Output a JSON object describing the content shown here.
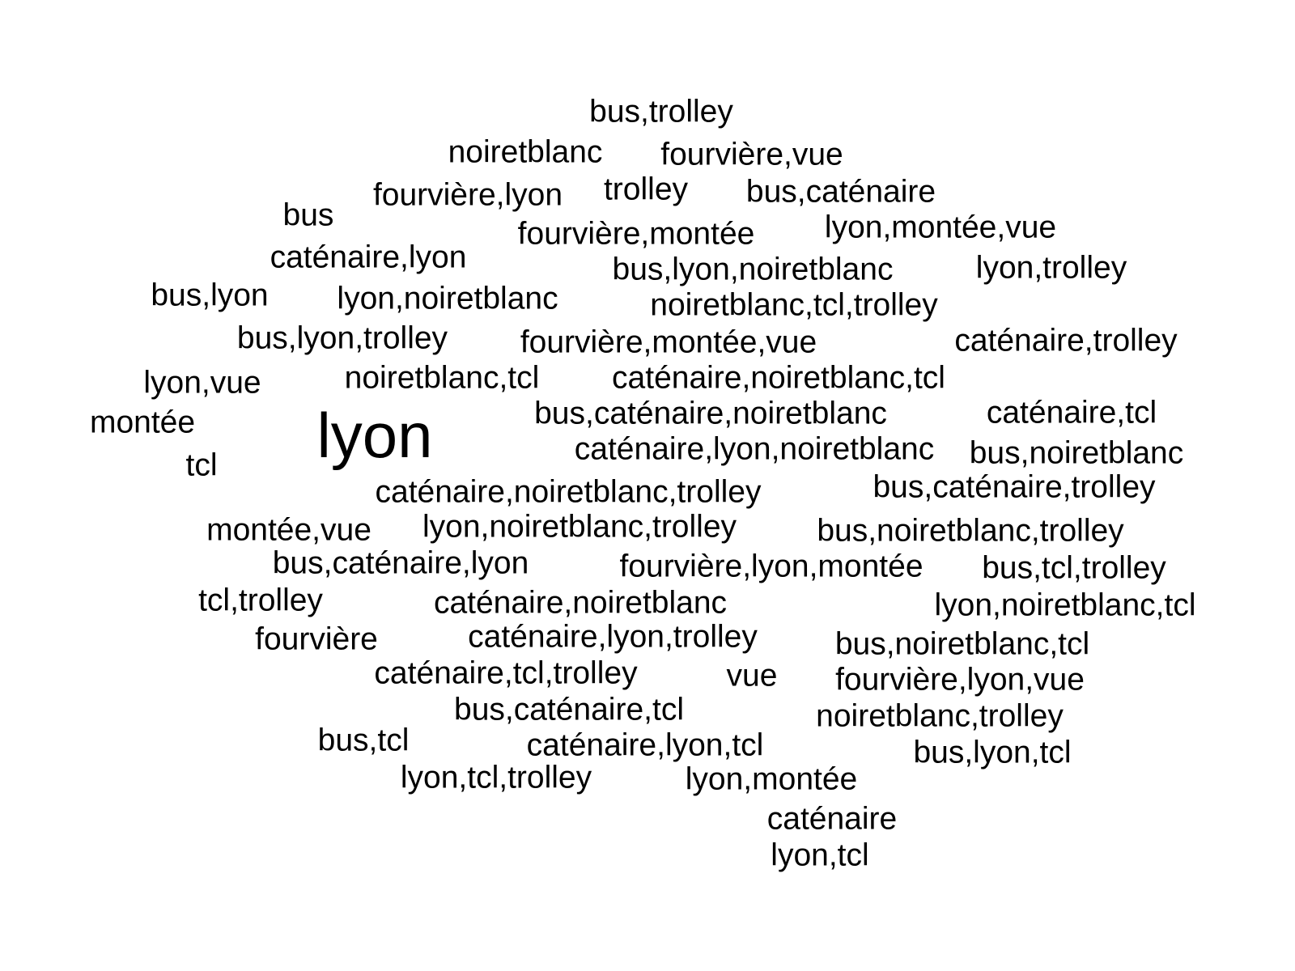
{
  "word_cloud": {
    "words": [
      {
        "text": "bus,trolley",
        "size": 1
      },
      {
        "text": "noiretblanc",
        "size": 1
      },
      {
        "text": "fourvière,vue",
        "size": 1
      },
      {
        "text": "fourvière,lyon",
        "size": 1
      },
      {
        "text": "trolley",
        "size": 1
      },
      {
        "text": "bus,caténaire",
        "size": 1
      },
      {
        "text": "bus",
        "size": 1
      },
      {
        "text": "fourvière,montée",
        "size": 1
      },
      {
        "text": "lyon,montée,vue",
        "size": 1
      },
      {
        "text": "caténaire,lyon",
        "size": 1
      },
      {
        "text": "bus,lyon,noiretblanc",
        "size": 1
      },
      {
        "text": "lyon,trolley",
        "size": 1
      },
      {
        "text": "bus,lyon",
        "size": 1
      },
      {
        "text": "lyon,noiretblanc",
        "size": 1
      },
      {
        "text": "noiretblanc,tcl,trolley",
        "size": 1
      },
      {
        "text": "bus,lyon,trolley",
        "size": 1
      },
      {
        "text": "fourvière,montée,vue",
        "size": 1
      },
      {
        "text": "caténaire,trolley",
        "size": 1
      },
      {
        "text": "lyon,vue",
        "size": 1
      },
      {
        "text": "noiretblanc,tcl",
        "size": 1
      },
      {
        "text": "caténaire,noiretblanc,tcl",
        "size": 1
      },
      {
        "text": "montée",
        "size": 1
      },
      {
        "text": "lyon",
        "size": 2
      },
      {
        "text": "bus,caténaire,noiretblanc",
        "size": 1
      },
      {
        "text": "caténaire,tcl",
        "size": 1
      },
      {
        "text": "caténaire,lyon,noiretblanc",
        "size": 1
      },
      {
        "text": "bus,noiretblanc",
        "size": 1
      },
      {
        "text": "tcl",
        "size": 1
      },
      {
        "text": "caténaire,noiretblanc,trolley",
        "size": 1
      },
      {
        "text": "bus,caténaire,trolley",
        "size": 1
      },
      {
        "text": "montée,vue",
        "size": 1
      },
      {
        "text": "lyon,noiretblanc,trolley",
        "size": 1
      },
      {
        "text": "bus,noiretblanc,trolley",
        "size": 1
      },
      {
        "text": "bus,caténaire,lyon",
        "size": 1
      },
      {
        "text": "fourvière,lyon,montée",
        "size": 1
      },
      {
        "text": "bus,tcl,trolley",
        "size": 1
      },
      {
        "text": "tcl,trolley",
        "size": 1
      },
      {
        "text": "caténaire,noiretblanc",
        "size": 1
      },
      {
        "text": "lyon,noiretblanc,tcl",
        "size": 1
      },
      {
        "text": "fourvière",
        "size": 1
      },
      {
        "text": "caténaire,lyon,trolley",
        "size": 1
      },
      {
        "text": "bus,noiretblanc,tcl",
        "size": 1
      },
      {
        "text": "caténaire,tcl,trolley",
        "size": 1
      },
      {
        "text": "vue",
        "size": 1
      },
      {
        "text": "fourvière,lyon,vue",
        "size": 1
      },
      {
        "text": "bus,caténaire,tcl",
        "size": 1
      },
      {
        "text": "noiretblanc,trolley",
        "size": 1
      },
      {
        "text": "bus,tcl",
        "size": 1
      },
      {
        "text": "caténaire,lyon,tcl",
        "size": 1
      },
      {
        "text": "bus,lyon,tcl",
        "size": 1
      },
      {
        "text": "lyon,tcl,trolley",
        "size": 1
      },
      {
        "text": "lyon,montée",
        "size": 1
      },
      {
        "text": "caténaire",
        "size": 1
      },
      {
        "text": "lyon,tcl",
        "size": 1
      }
    ]
  }
}
